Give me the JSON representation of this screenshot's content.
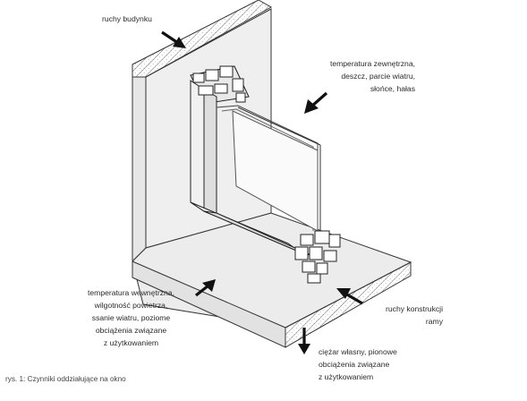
{
  "labels": {
    "building_movement": [
      "ruchy budynku"
    ],
    "external_factors": [
      "temperatura zewnętrzna,",
      "deszcz, parcie wiatru,",
      "słońce, hałas"
    ],
    "internal_factors": [
      "temperatura wewnętrzna,",
      "wilgotność powietrza,",
      "ssanie wiatru, poziome",
      "obciążenia związane",
      "z użytkowaniem"
    ],
    "frame_movement": [
      "ruchy konstrukcji",
      "ramy"
    ],
    "dead_load": [
      "ciężar własny, pionowe",
      "obciążenia związane",
      "z użytkowaniem"
    ]
  },
  "caption": "rys. 1: Czynniki oddziałujące na okno"
}
